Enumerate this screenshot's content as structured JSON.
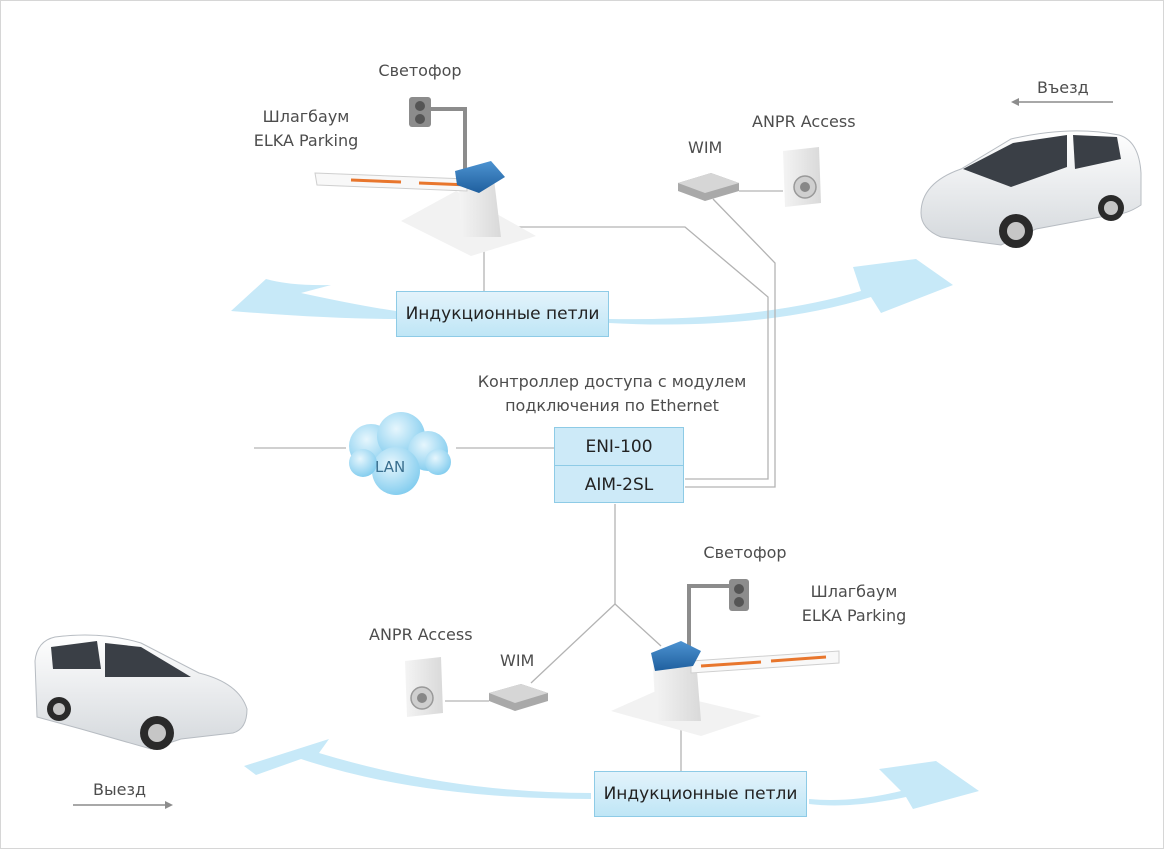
{
  "labels": {
    "traffic_light_top": "Светофор",
    "barrier_top": "Шлагбаум\nELKA Parking",
    "wim_top": "WIM",
    "anpr_top": "ANPR Access",
    "entry": "Въезд",
    "loops_top": "Индукционные петли",
    "controller_caption": "Контроллер доступа с модулем\nподключения по Ethernet",
    "eni": "ENI-100",
    "aim": "AIM-2SL",
    "lan": "LAN",
    "traffic_light_bottom": "Светофор",
    "barrier_bottom": "Шлагбаум\nELKA Parking",
    "anpr_bottom": "ANPR Access",
    "wim_bottom": "WIM",
    "exit": "Выезд",
    "loops_bottom": "Индукционные петли"
  },
  "colors": {
    "line": "#b3b3b3",
    "loop_blue": "#bfe6f6",
    "barrier_cap": "#2c76b8",
    "barrier_stripe": "#e8762d"
  }
}
